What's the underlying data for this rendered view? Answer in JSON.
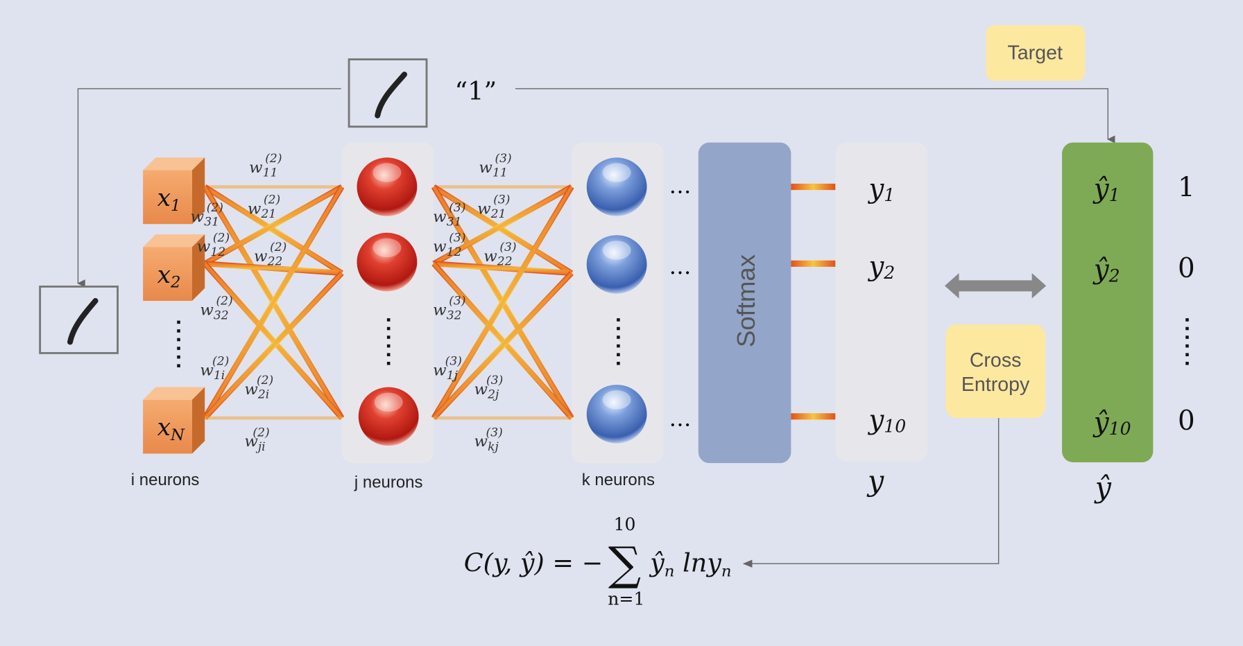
{
  "target_label": "Target",
  "digit_label": "“1”",
  "cross_entropy": [
    "Cross",
    "Entropy"
  ],
  "softmax_label": "Softmax",
  "inputs": [
    {
      "base": "x",
      "sub": "1"
    },
    {
      "base": "x",
      "sub": "2"
    },
    {
      "base": "x",
      "sub": "N"
    }
  ],
  "layer_labels": {
    "i": "i neurons",
    "j": "j neurons",
    "k": "k neurons"
  },
  "ellipsis_h": "…",
  "outputs": [
    {
      "base": "y",
      "sub": "1"
    },
    {
      "base": "y",
      "sub": "2"
    },
    {
      "base": "y",
      "sub": "10"
    }
  ],
  "output_vector_label": "y",
  "targets": [
    {
      "base": "ŷ",
      "sub": "1",
      "value": "1"
    },
    {
      "base": "ŷ",
      "sub": "2",
      "value": "0"
    },
    {
      "base": "ŷ",
      "sub": "10",
      "value": "0"
    }
  ],
  "target_vector_label": "ŷ",
  "weights_layer2": [
    {
      "sub": "11",
      "sup": "(2)"
    },
    {
      "sub": "21",
      "sup": "(2)"
    },
    {
      "sub": "31",
      "sup": "(2)"
    },
    {
      "sub": "12",
      "sup": "(2)"
    },
    {
      "sub": "22",
      "sup": "(2)"
    },
    {
      "sub": "32",
      "sup": "(2)"
    },
    {
      "sub": "1i",
      "sup": "(2)"
    },
    {
      "sub": "2i",
      "sup": "(2)"
    },
    {
      "sub": "ji",
      "sup": "(2)"
    }
  ],
  "weights_layer3": [
    {
      "sub": "11",
      "sup": "(3)"
    },
    {
      "sub": "21",
      "sup": "(3)"
    },
    {
      "sub": "31",
      "sup": "(3)"
    },
    {
      "sub": "12",
      "sup": "(3)"
    },
    {
      "sub": "22",
      "sup": "(3)"
    },
    {
      "sub": "32",
      "sup": "(3)"
    },
    {
      "sub": "1j",
      "sup": "(3)"
    },
    {
      "sub": "2j",
      "sup": "(3)"
    },
    {
      "sub": "kj",
      "sup": "(3)"
    }
  ],
  "formula": {
    "lhs": "C(y, ŷ) = −",
    "sum": "∑",
    "upper": "10",
    "lower": "n=1",
    "term1": "ŷ",
    "sub1": "n",
    "term2": " lny",
    "sub2": "n"
  },
  "colors": {
    "background": "#dfe3ef",
    "softmax": "#93a5c9",
    "target_green": "#7faa55",
    "note_yellow": "#fde8a0",
    "panel": "#e7e7eb"
  }
}
